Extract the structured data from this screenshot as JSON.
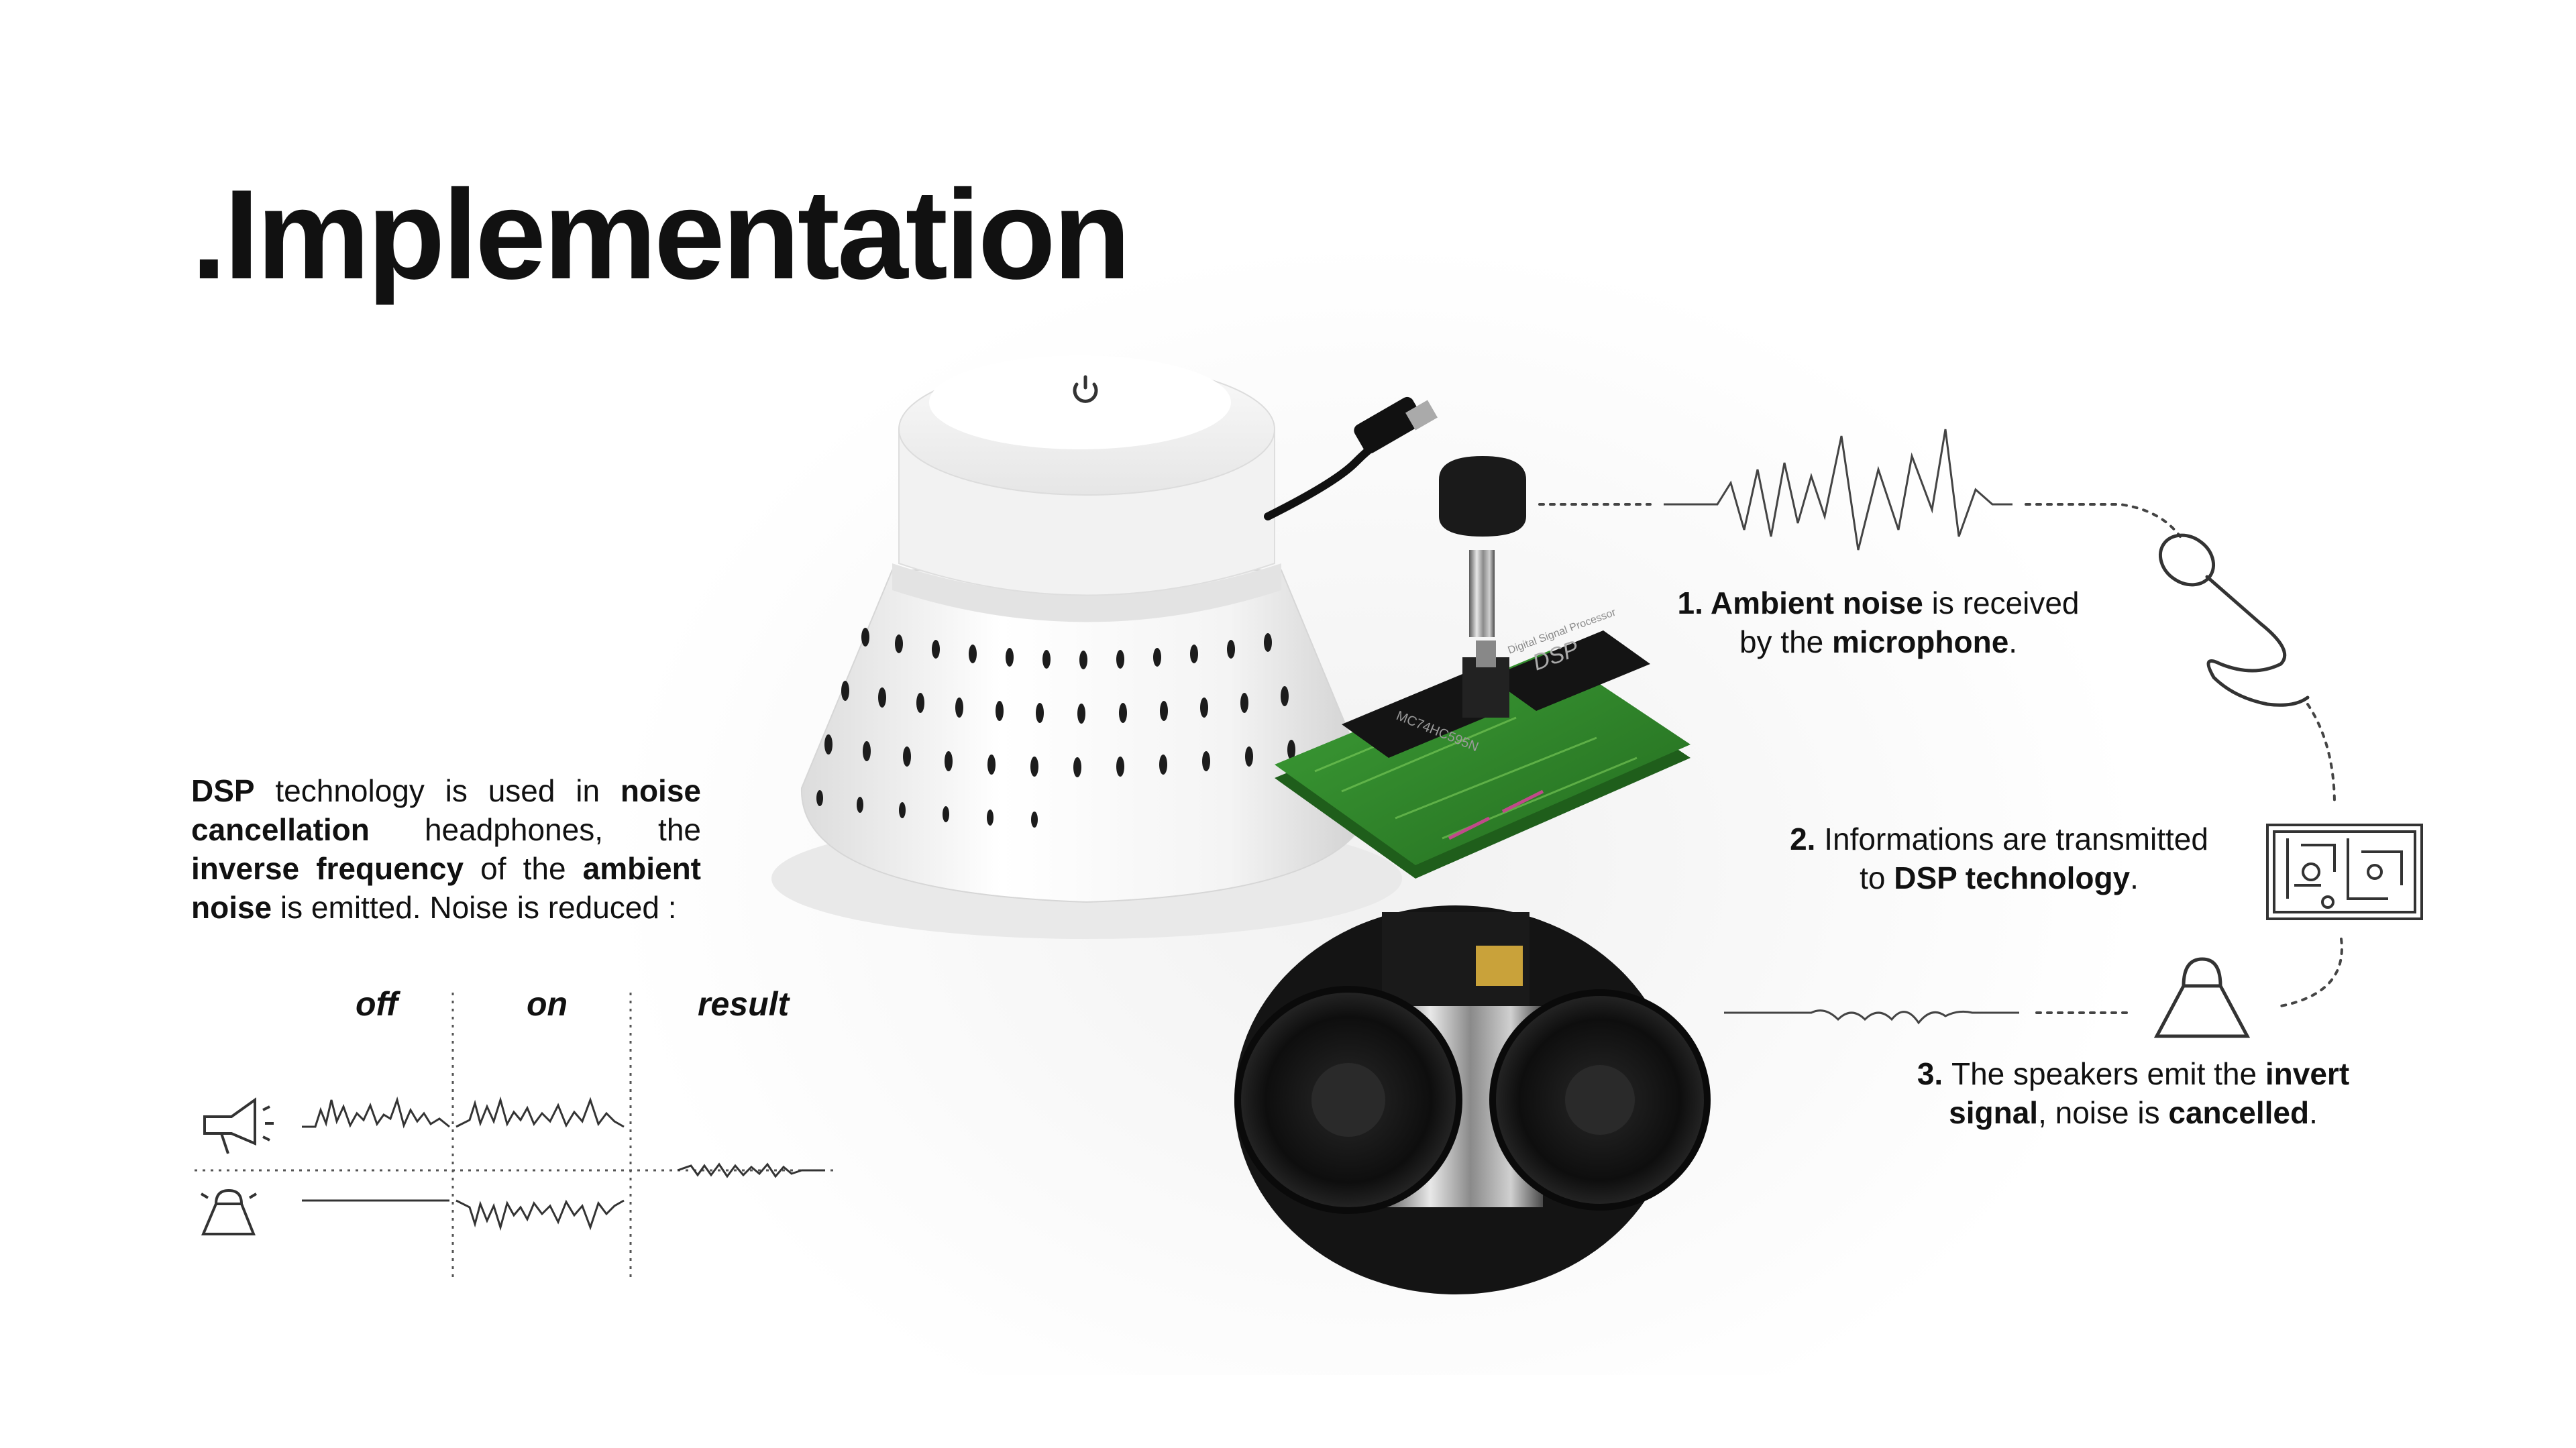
{
  "title": ".Implementation",
  "intro": [
    {
      "text": "DSP",
      "bold": true
    },
    {
      "text": " technology is used in ",
      "bold": false
    },
    {
      "text": "noise cancellation",
      "bold": true
    },
    {
      "text": " headphones, the ",
      "bold": false
    },
    {
      "text": "inverse frequency",
      "bold": true
    },
    {
      "text": " of the ",
      "bold": false
    },
    {
      "text": "ambient noise",
      "bold": true
    },
    {
      "text": " is emitted. Noise is reduced :",
      "bold": false
    }
  ],
  "columns": {
    "off": "off",
    "on": "on",
    "result": "result"
  },
  "steps": [
    {
      "lines": [
        [
          {
            "text": "1. ",
            "bold": true
          },
          {
            "text": "Ambient noise",
            "bold": true
          },
          {
            "text": " is received",
            "bold": false
          }
        ],
        [
          {
            "text": "by the ",
            "bold": false
          },
          {
            "text": "microphone",
            "bold": true
          },
          {
            "text": ".",
            "bold": false
          }
        ]
      ]
    },
    {
      "lines": [
        [
          {
            "text": "2. ",
            "bold": true
          },
          {
            "text": "Informations are transmitted",
            "bold": false
          }
        ],
        [
          {
            "text": "to ",
            "bold": false
          },
          {
            "text": "DSP technology",
            "bold": true
          },
          {
            "text": ".",
            "bold": false
          }
        ]
      ]
    },
    {
      "lines": [
        [
          {
            "text": "3. ",
            "bold": true
          },
          {
            "text": "The speakers emit the ",
            "bold": false
          },
          {
            "text": "invert",
            "bold": true
          }
        ],
        [
          {
            "text": "signal",
            "bold": true
          },
          {
            "text": ", noise is ",
            "bold": false
          },
          {
            "text": "cancelled",
            "bold": true
          },
          {
            "text": ".",
            "bold": false
          }
        ]
      ]
    }
  ],
  "chip_labels": {
    "dsp": "DSP",
    "dsp_sub": "Digital Signal Processor",
    "ic": "MC74HC595N"
  },
  "icons": {
    "power": "power-icon",
    "usb": "usb-cable-icon",
    "microphone": "microphone-icon",
    "circuit_board": "circuit-board-icon",
    "speaker": "speaker-icon",
    "megaphone": "megaphone-icon",
    "speaker_small": "speaker-small-icon"
  },
  "colors": {
    "text": "#111111",
    "pcb_green": "#2f8a2a",
    "line": "#555555"
  }
}
